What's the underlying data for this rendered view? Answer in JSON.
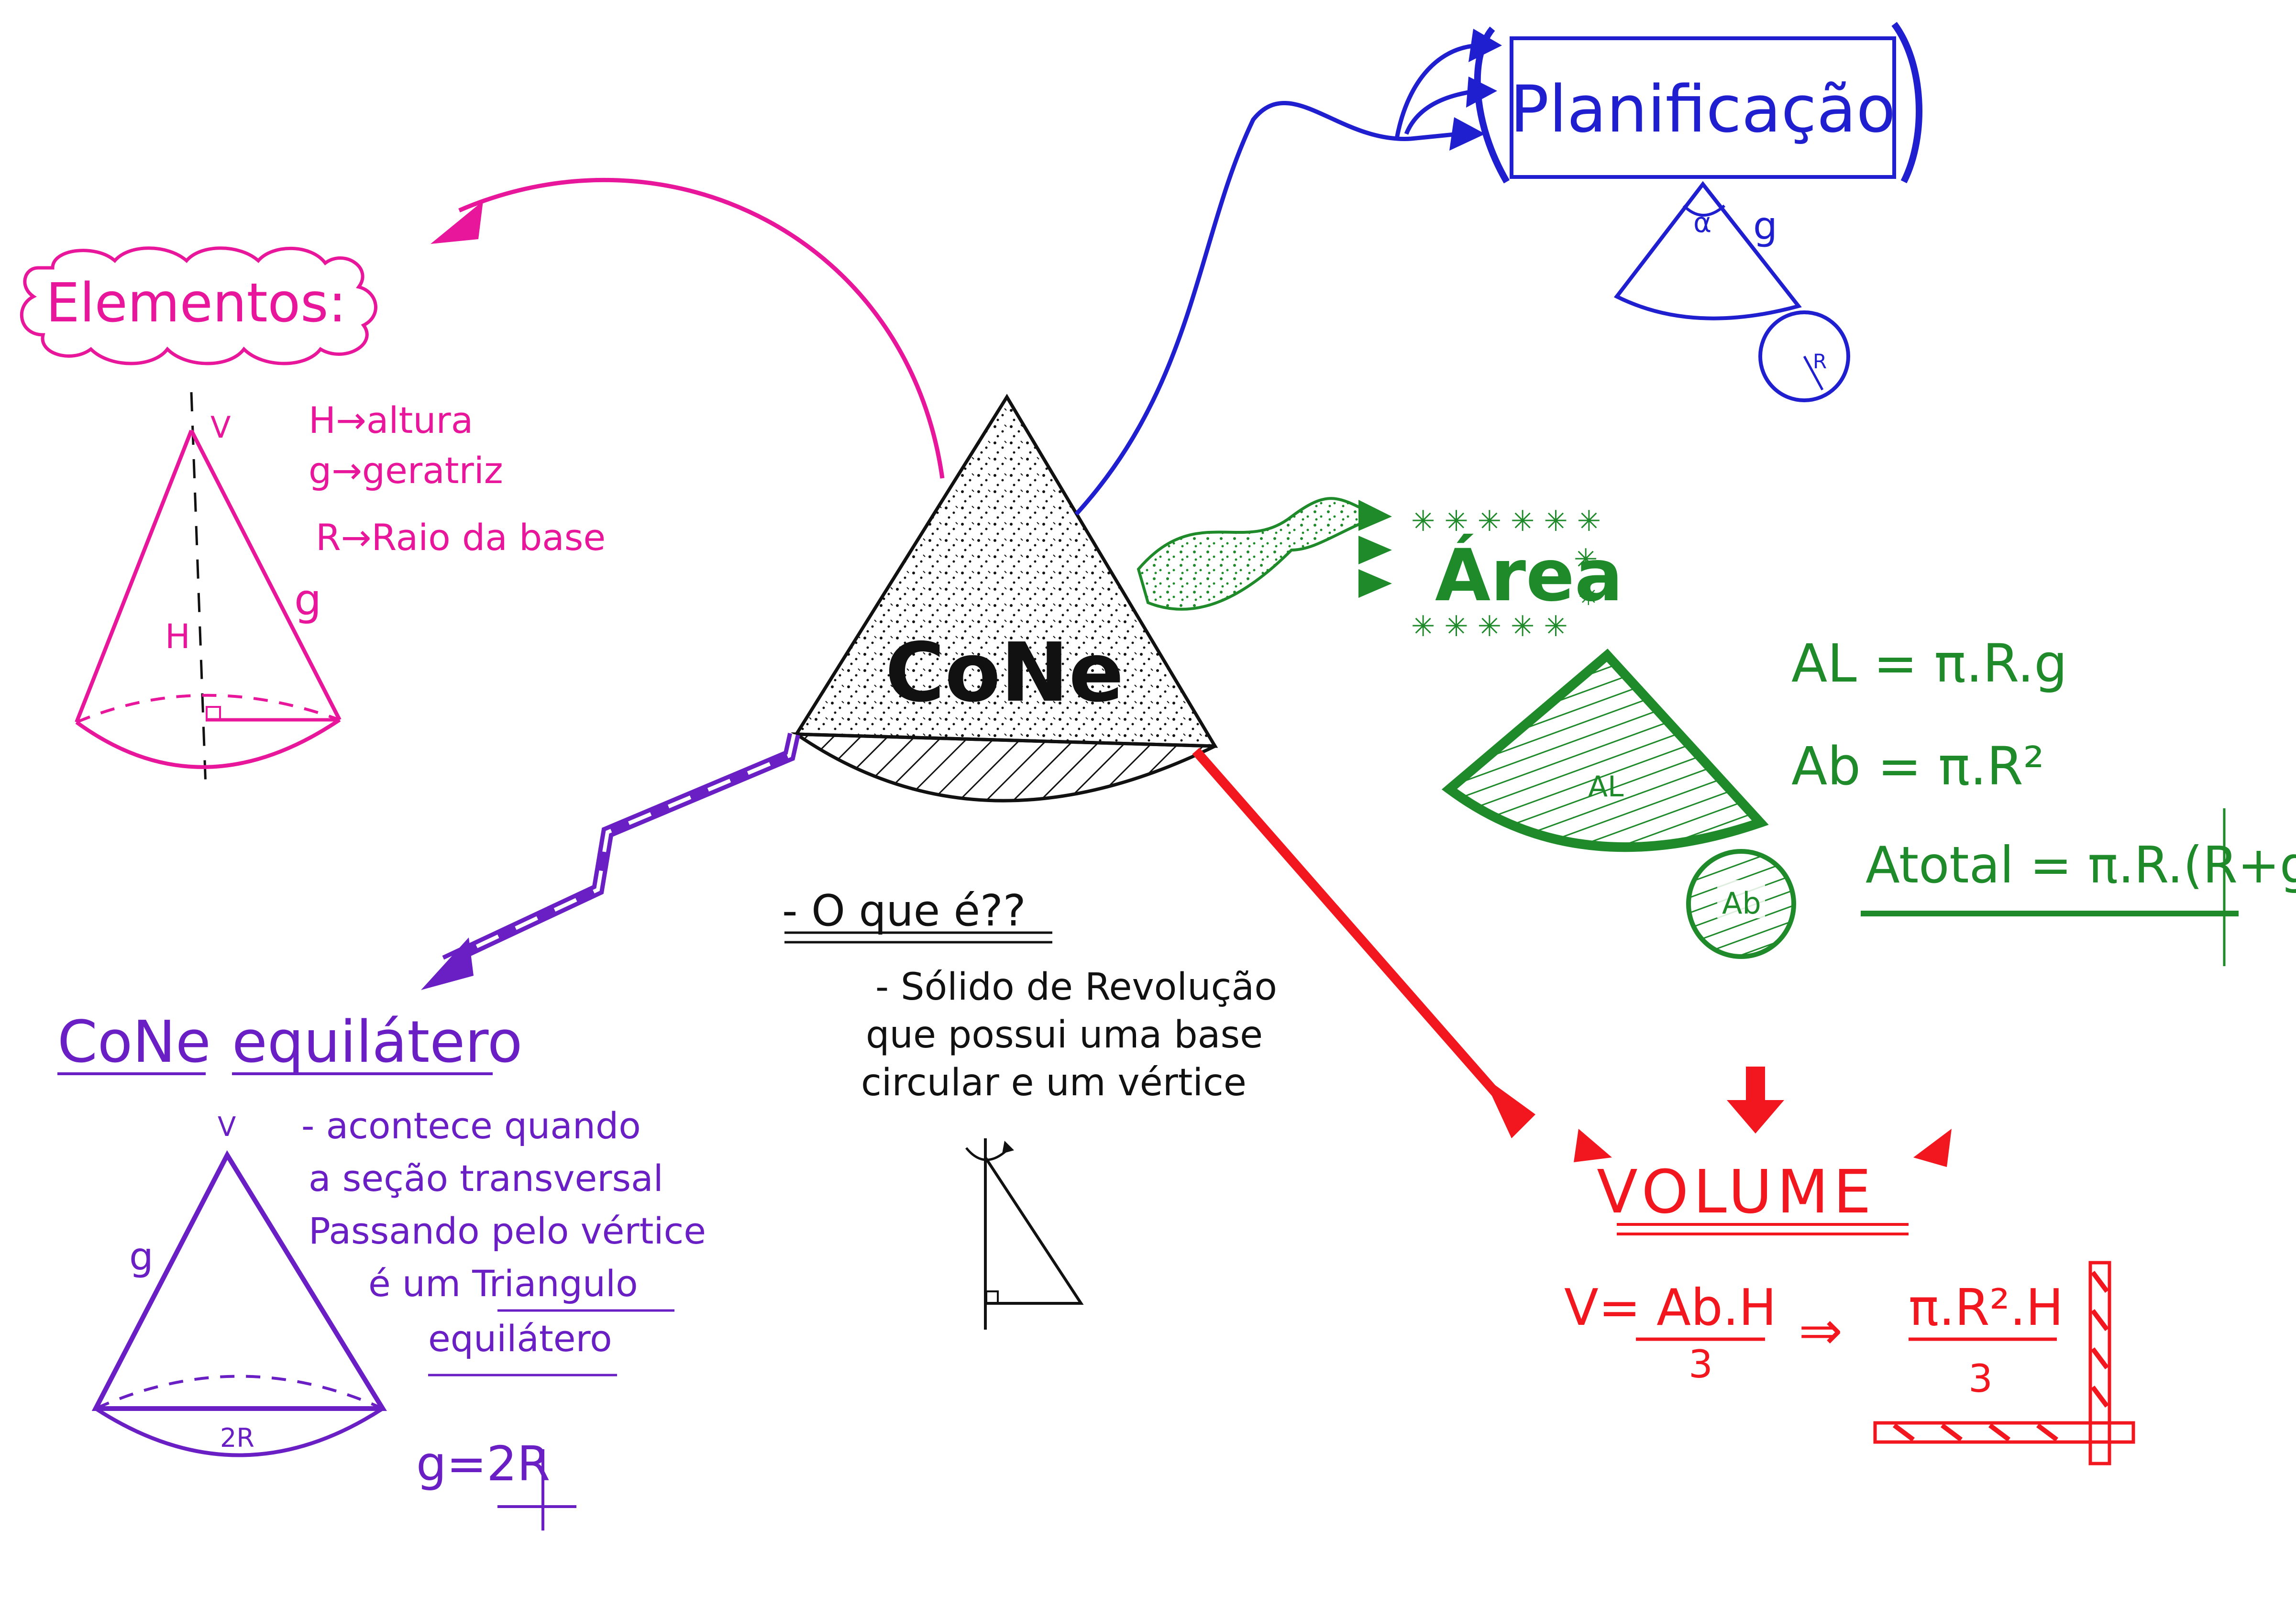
{
  "colors": {
    "pink": "#e8169a",
    "blue": "#1f1fcf",
    "green": "#1e8a2a",
    "purple": "#6a1fc4",
    "red": "#f2171f",
    "black": "#111111"
  },
  "center": {
    "title": "CoNe"
  },
  "elementos": {
    "title": "Elementos:",
    "items": [
      "H→altura",
      "g→geratriz",
      "R→Raio da base"
    ],
    "labels": {
      "v": "V",
      "h": "H",
      "g": "g"
    }
  },
  "planificacao": {
    "title": "Planificação",
    "labels": {
      "alpha": "α",
      "g": "g",
      "r": "R"
    }
  },
  "area": {
    "title": "Área",
    "formula_lateral": "AL = π.R.g",
    "formula_base": "Ab = π.R²",
    "formula_total": "Atotal = π.R.(R+g)",
    "labels": {
      "al": "AL",
      "ab": "Ab"
    }
  },
  "volume": {
    "title": "VOLUME",
    "formula_left_top": "V= Ab.H",
    "formula_left_bottom": "3",
    "arrow": "⇒",
    "formula_right_top": "π.R².H",
    "formula_right_bottom": "3"
  },
  "oque": {
    "question": "- O que é??",
    "answer_lines": [
      "- Sólido de Revolução",
      "que possui uma base",
      "circular e um vértice"
    ]
  },
  "equilatero": {
    "title_part1": "CoNe",
    "title_part2": "equilátero",
    "lines": [
      "- acontece quando",
      "a seção transversal",
      "Passando pelo vértice",
      "é um Triangulo",
      "equilátero"
    ],
    "labels": {
      "v": "V",
      "g": "g",
      "diameter": "2R"
    },
    "result": "g=2R"
  }
}
